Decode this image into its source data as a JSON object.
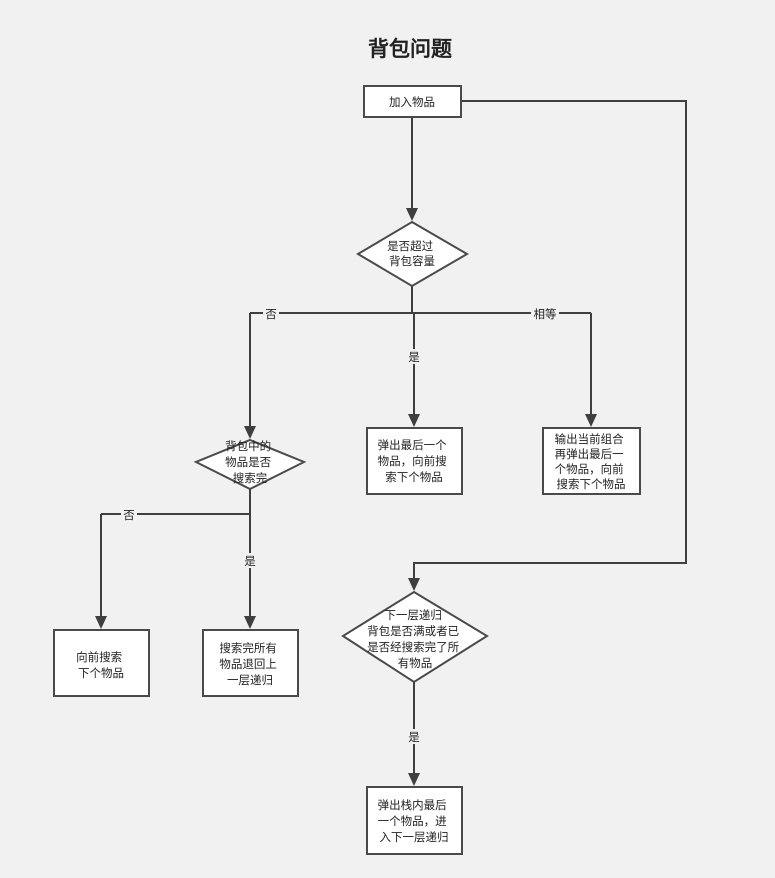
{
  "title": "背包问题",
  "nodes": {
    "add_item": {
      "lines": [
        "加入物品"
      ]
    },
    "capacity_check": {
      "lines": [
        "是否超过",
        "背包容量"
      ]
    },
    "searched_all": {
      "lines": [
        "背包中的",
        "物品是否",
        "搜索完"
      ]
    },
    "pop_last": {
      "lines": [
        "弹出最后一个",
        "物品，向前搜",
        "索下个物品"
      ]
    },
    "output_combo": {
      "lines": [
        "输出当前组合",
        "再弹出最后一",
        "个物品，向前",
        "搜索下个物品"
      ]
    },
    "next_level_check": {
      "lines": [
        "下一层递归",
        "背包是否满或者已",
        "是否经搜索完了所",
        "有物品"
      ]
    },
    "search_next": {
      "lines": [
        "向前搜索",
        "下个物品"
      ]
    },
    "return_up": {
      "lines": [
        "搜索完所有",
        "物品退回上",
        "一层递归"
      ]
    },
    "pop_stack": {
      "lines": [
        "弹出栈内最后",
        "一个物品，进",
        "入下一层递归"
      ]
    }
  },
  "edge_labels": {
    "no_capacity": "否",
    "yes_capacity": "是",
    "equal_capacity": "相等",
    "no_searched": "否",
    "yes_searched": "是",
    "yes_next_level": "是"
  }
}
